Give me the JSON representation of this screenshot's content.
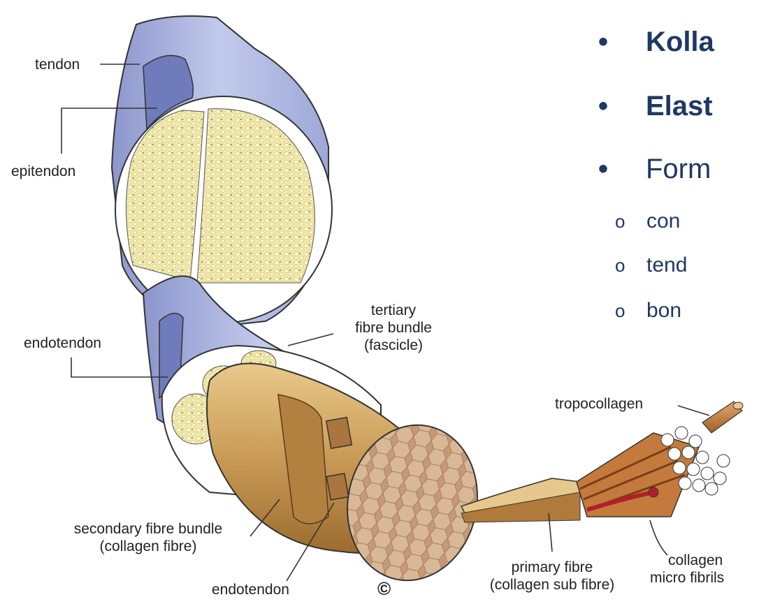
{
  "labels": {
    "tendon": "tendon",
    "epitendon": "epitendon",
    "endotendon_upper": "endotendon",
    "tertiary_line1": "tertiary",
    "tertiary_line2": "fibre bundle",
    "tertiary_line3": "(fascicle)",
    "tropocollagen": "tropocollagen",
    "secondary_line1": "secondary fibre bundle",
    "secondary_line2": "(collagen fibre)",
    "endotendon_lower": "endotendon",
    "primary_line1": "primary fibre",
    "primary_line2": "(collagen sub fibre)",
    "microfibrils_line1": "collagen",
    "microfibrils_line2": "micro fibrils",
    "copyright": "©"
  },
  "bullets": [
    {
      "marker": "•",
      "text": "Kolla"
    },
    {
      "marker": "•",
      "text": "Elast"
    },
    {
      "marker": "•",
      "text": "Form"
    }
  ],
  "subbullets": [
    {
      "marker": "o",
      "text": "con"
    },
    {
      "marker": "o",
      "text": "tend"
    },
    {
      "marker": "o",
      "text": "bon"
    }
  ],
  "colors": {
    "bullet_text": "#1f3864",
    "sheath": "#a9b4e0",
    "fascicle_fill": "#eee5a4",
    "collagen": "#c99a55"
  }
}
